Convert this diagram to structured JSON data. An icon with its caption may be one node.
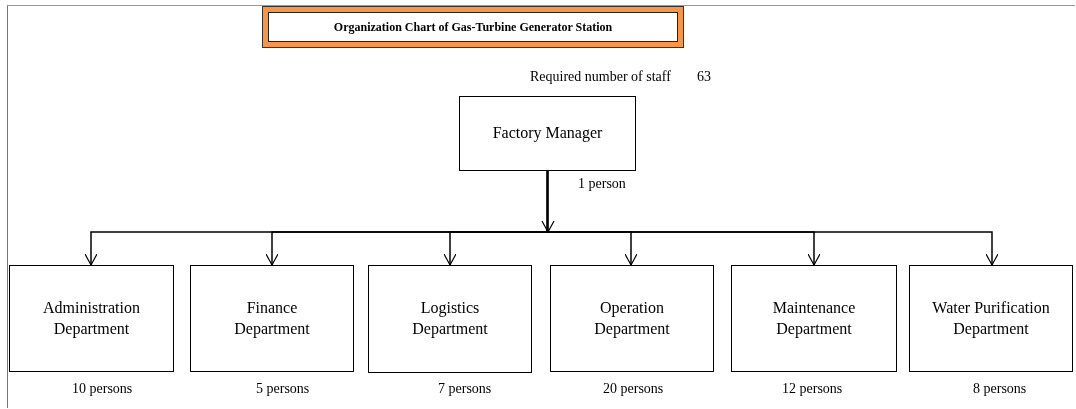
{
  "diagram": {
    "title": "Organization Chart of Gas-Turbine Generator Station",
    "nodes": [
      {
        "text": [
          "Factory Manager"
        ],
        "beside": [
          "1 person"
        ]
      },
      {
        "text": [
          "Administration Department"
        ],
        "beside": [
          "10 persons"
        ]
      },
      {
        "text": [
          "Finance Department"
        ],
        "beside": [
          "5 persons"
        ]
      },
      {
        "text": [
          "Logistics Department"
        ],
        "beside": [
          "7 persons"
        ]
      },
      {
        "text": [
          "Operation Department"
        ],
        "beside": [
          "20 persons"
        ]
      },
      {
        "text": [
          "Maintenance Department"
        ],
        "beside": [
          "12 persons"
        ]
      },
      {
        "text": [
          "Water Purification Department"
        ],
        "beside": [
          "8 persons"
        ]
      }
    ],
    "edges": [
      {
        "from": 0,
        "to": 1,
        "arrow": "to"
      },
      {
        "from": 0,
        "to": 2,
        "arrow": "to"
      },
      {
        "from": 0,
        "to": 3,
        "arrow": "to"
      },
      {
        "from": 0,
        "to": 4,
        "arrow": "to"
      },
      {
        "from": 0,
        "to": 5,
        "arrow": "to"
      },
      {
        "from": 0,
        "to": 6,
        "arrow": "to"
      }
    ],
    "labels": [
      "Required number of staff",
      "63"
    ]
  }
}
